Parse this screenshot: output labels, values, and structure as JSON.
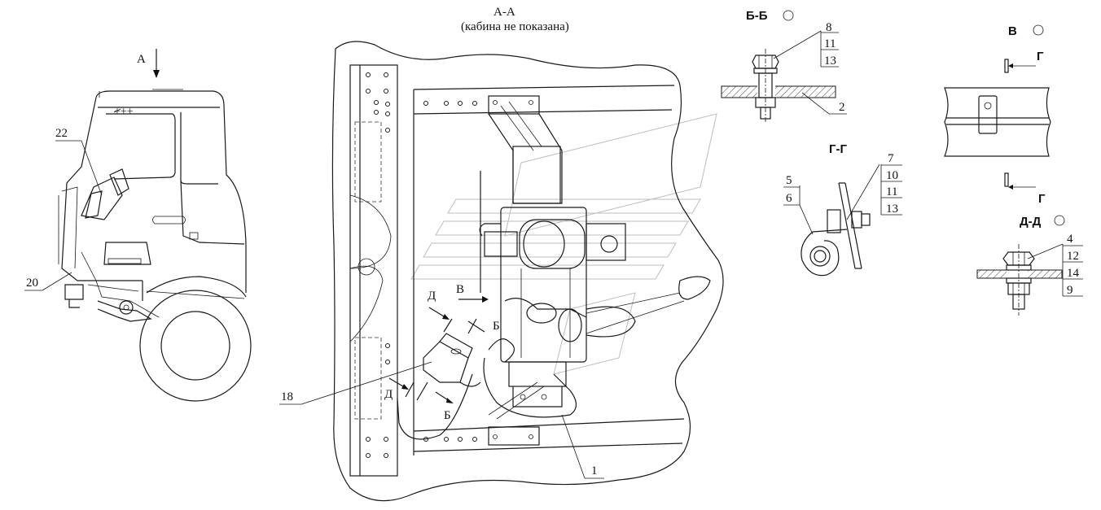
{
  "view_aa": {
    "title": "А-А",
    "subtitle": "(кабина не показана)"
  },
  "view_arrow": {
    "label": "А"
  },
  "section_bb": {
    "title": "Б-Б"
  },
  "section_gg": {
    "title": "Г-Г"
  },
  "view_v": {
    "title": "В"
  },
  "section_dd": {
    "title": "Д-Д"
  },
  "cut_marks": {
    "d_top": "Д",
    "v": "В",
    "b_top": "Б",
    "d_bottom": "Д",
    "b_bottom": "Б",
    "g_top": "Г",
    "g_bottom": "Г"
  },
  "callouts": {
    "c22": "22",
    "c20": "20",
    "c18": "18",
    "c1": "1",
    "c8": "8",
    "c11a": "11",
    "c13a": "13",
    "c2": "2",
    "c7": "7",
    "c10": "10",
    "c11b": "11",
    "c13b": "13",
    "c5": "5",
    "c6": "6",
    "c4": "4",
    "c12": "12",
    "c14": "14",
    "c9": "9"
  }
}
